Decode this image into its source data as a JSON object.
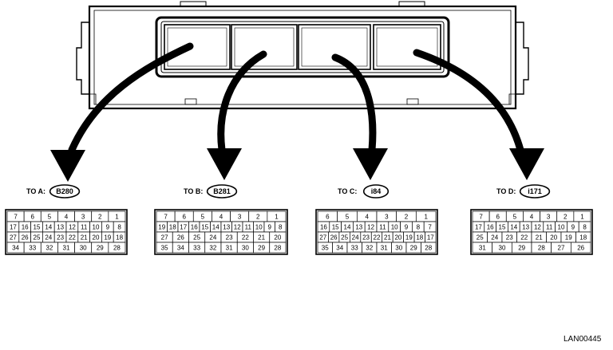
{
  "labels": [
    {
      "prefix": "TO A:",
      "code": "B280"
    },
    {
      "prefix": "TO B:",
      "code": "B281"
    },
    {
      "prefix": "TO C:",
      "code": "i84"
    },
    {
      "prefix": "TO D:",
      "code": "i171"
    }
  ],
  "connectors": [
    {
      "rows": [
        [
          "7",
          "6",
          "5",
          "4",
          "3",
          "2",
          "1"
        ],
        [
          "17",
          "16",
          "15",
          "14",
          "13",
          "12",
          "11",
          "10",
          "9",
          "8"
        ],
        [
          "27",
          "26",
          "25",
          "24",
          "23",
          "22",
          "21",
          "20",
          "19",
          "18"
        ],
        [
          "34",
          "33",
          "32",
          "31",
          "30",
          "29",
          "28"
        ]
      ]
    },
    {
      "rows": [
        [
          "7",
          "6",
          "5",
          "4",
          "3",
          "2",
          "1"
        ],
        [
          "19",
          "18",
          "17",
          "16",
          "15",
          "14",
          "13",
          "12",
          "11",
          "10",
          "9",
          "8"
        ],
        [
          "27",
          "26",
          "25",
          "24",
          "23",
          "22",
          "21",
          "20"
        ],
        [
          "35",
          "34",
          "33",
          "32",
          "31",
          "30",
          "29",
          "28"
        ]
      ]
    },
    {
      "rows": [
        [
          "6",
          "5",
          "4",
          "3",
          "2",
          "1"
        ],
        [
          "16",
          "15",
          "14",
          "13",
          "12",
          "11",
          "10",
          "9",
          "8",
          "7"
        ],
        [
          "27",
          "26",
          "25",
          "24",
          "23",
          "22",
          "21",
          "20",
          "19",
          "18",
          "17"
        ],
        [
          "35",
          "34",
          "33",
          "32",
          "31",
          "30",
          "29",
          "28"
        ]
      ]
    },
    {
      "rows": [
        [
          "7",
          "6",
          "5",
          "4",
          "3",
          "2",
          "1"
        ],
        [
          "17",
          "16",
          "15",
          "14",
          "13",
          "12",
          "11",
          "10",
          "9",
          "8"
        ],
        [
          "25",
          "24",
          "23",
          "22",
          "21",
          "20",
          "19",
          "18"
        ],
        [
          "31",
          "30",
          "29",
          "28",
          "27",
          "26"
        ]
      ]
    }
  ],
  "reference": "LAN00445"
}
